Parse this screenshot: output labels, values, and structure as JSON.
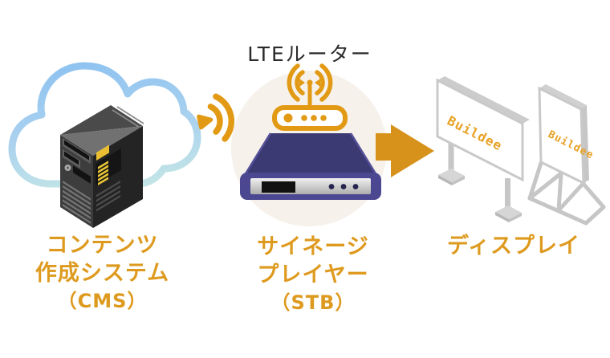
{
  "diagram": {
    "lte_router_title": "LTEルーター",
    "cms_label": {
      "line1": "コンテンツ",
      "line2": "作成システム",
      "line3": "（CMS）"
    },
    "stb_label": {
      "line1": "サイネージ",
      "line2": "プレイヤー",
      "line3": "（STB）"
    },
    "display_label": "ディスプレイ",
    "screen_brand": "Buildee",
    "colors": {
      "label_orange": "#DE9A1E",
      "icon_orange": "#E29A15",
      "arrow_orange": "#D6921B",
      "brand_orange": "#E8A125",
      "cloud_blue": "#92C5F1",
      "cloud_aqua": "#C3E5E6",
      "circle_beige": "#F6F1EA",
      "stb_top_navy": "#3B3A72",
      "stb_frame_blue": "#4B4791",
      "title_text": "#2B2B2B",
      "display_frame_gray": "#C9C9C9"
    }
  }
}
